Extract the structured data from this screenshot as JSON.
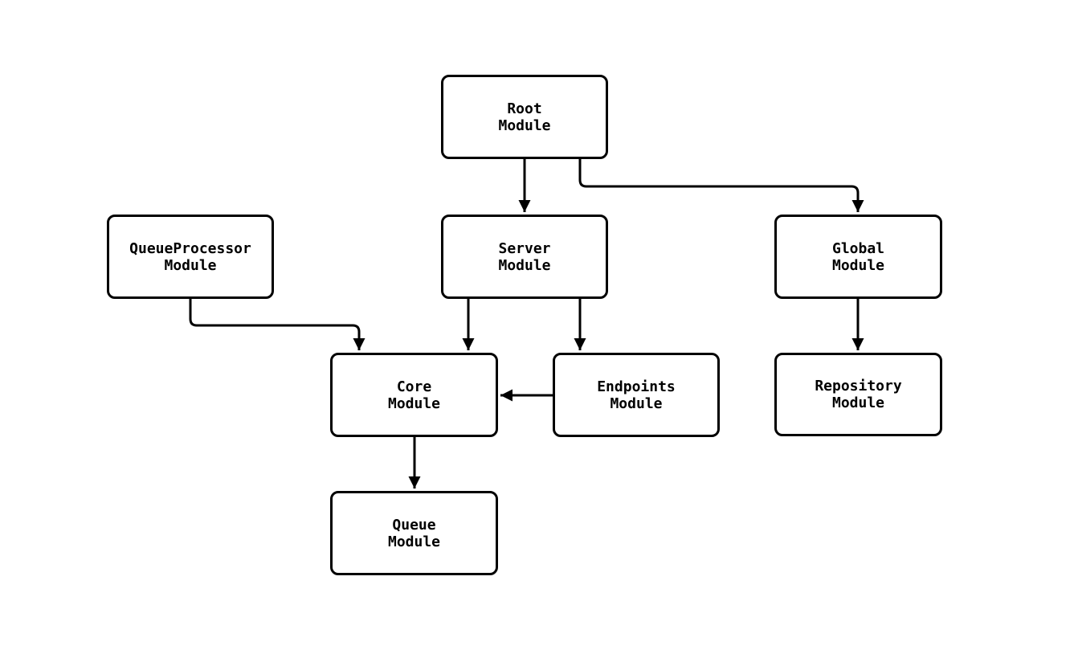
{
  "diagram": {
    "type": "module-dependency-flowchart",
    "background_color": "#ffffff",
    "stroke_color": "#000000",
    "nodes": [
      {
        "id": "root",
        "label": "Root\nModule"
      },
      {
        "id": "queueprocessor",
        "label": "QueueProcessor\nModule"
      },
      {
        "id": "server",
        "label": "Server\nModule"
      },
      {
        "id": "global",
        "label": "Global\nModule"
      },
      {
        "id": "core",
        "label": "Core\nModule"
      },
      {
        "id": "endpoints",
        "label": "Endpoints\nModule"
      },
      {
        "id": "repository",
        "label": "Repository\nModule"
      },
      {
        "id": "queue",
        "label": "Queue\nModule"
      }
    ],
    "edges": [
      {
        "from": "root",
        "to": "server"
      },
      {
        "from": "root",
        "to": "global"
      },
      {
        "from": "queueprocessor",
        "to": "core"
      },
      {
        "from": "server",
        "to": "core"
      },
      {
        "from": "server",
        "to": "endpoints"
      },
      {
        "from": "endpoints",
        "to": "core"
      },
      {
        "from": "global",
        "to": "repository"
      },
      {
        "from": "core",
        "to": "queue"
      }
    ]
  }
}
